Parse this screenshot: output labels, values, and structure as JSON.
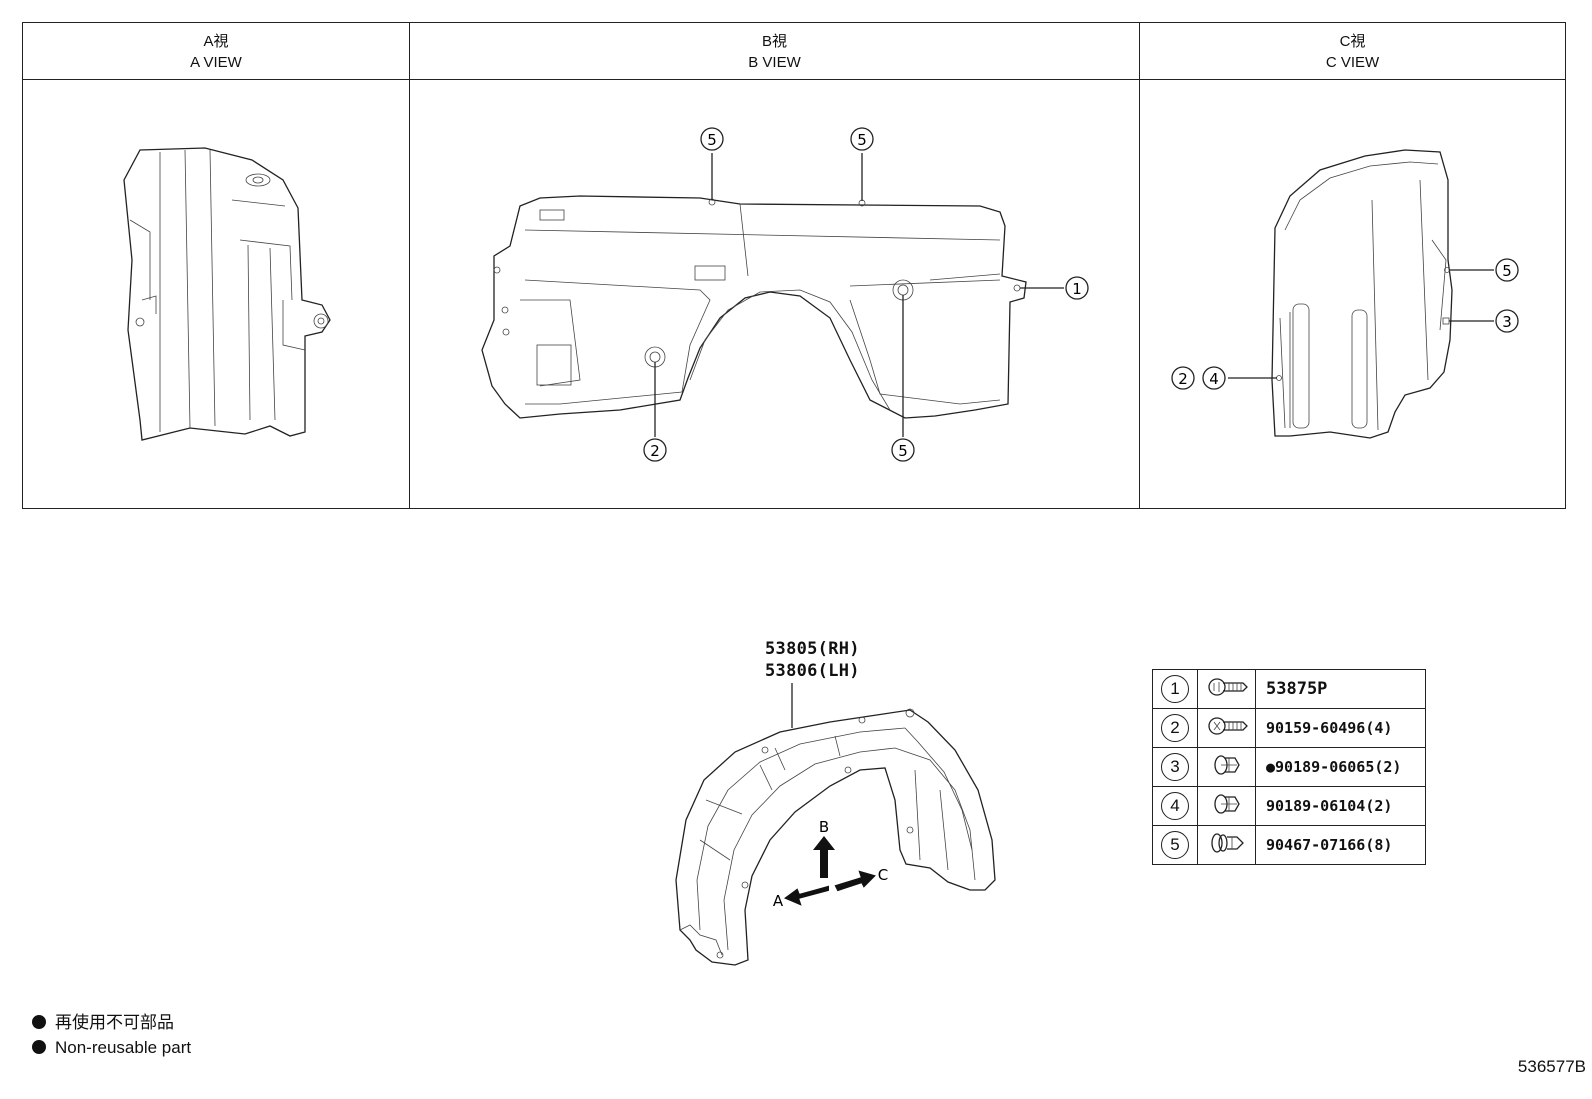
{
  "views": [
    {
      "id": "a",
      "title_jp": "A視",
      "title_en": "A VIEW"
    },
    {
      "id": "b",
      "title_jp": "B視",
      "title_en": "B VIEW"
    },
    {
      "id": "c",
      "title_jp": "C視",
      "title_en": "C VIEW"
    }
  ],
  "callouts": {
    "b_top_left": "5",
    "b_top_right": "5",
    "b_right": "1",
    "b_bottom_left": "2",
    "b_bottom_right": "5",
    "c_upper": "5",
    "c_middle": "3",
    "c_left_a": "2",
    "c_left_b": "4"
  },
  "main_part": {
    "rh": "53805(RH)",
    "lh": "53806(LH)"
  },
  "arrows": {
    "a": "A",
    "b": "B",
    "c": "C"
  },
  "parts_table": [
    {
      "num": "1",
      "icon": "clip-screw-icon",
      "part": "53875P"
    },
    {
      "num": "2",
      "icon": "screw-icon",
      "part": "90159-60496(4)"
    },
    {
      "num": "3",
      "icon": "clip-icon",
      "part": "●90189-06065(2)"
    },
    {
      "num": "4",
      "icon": "clip-icon",
      "part": "90189-06104(2)"
    },
    {
      "num": "5",
      "icon": "push-clip-icon",
      "part": "90467-07166(8)"
    }
  ],
  "legend": {
    "line1": "再使用不可部品",
    "line2": "Non-reusable part"
  },
  "doc_id": "536577B"
}
